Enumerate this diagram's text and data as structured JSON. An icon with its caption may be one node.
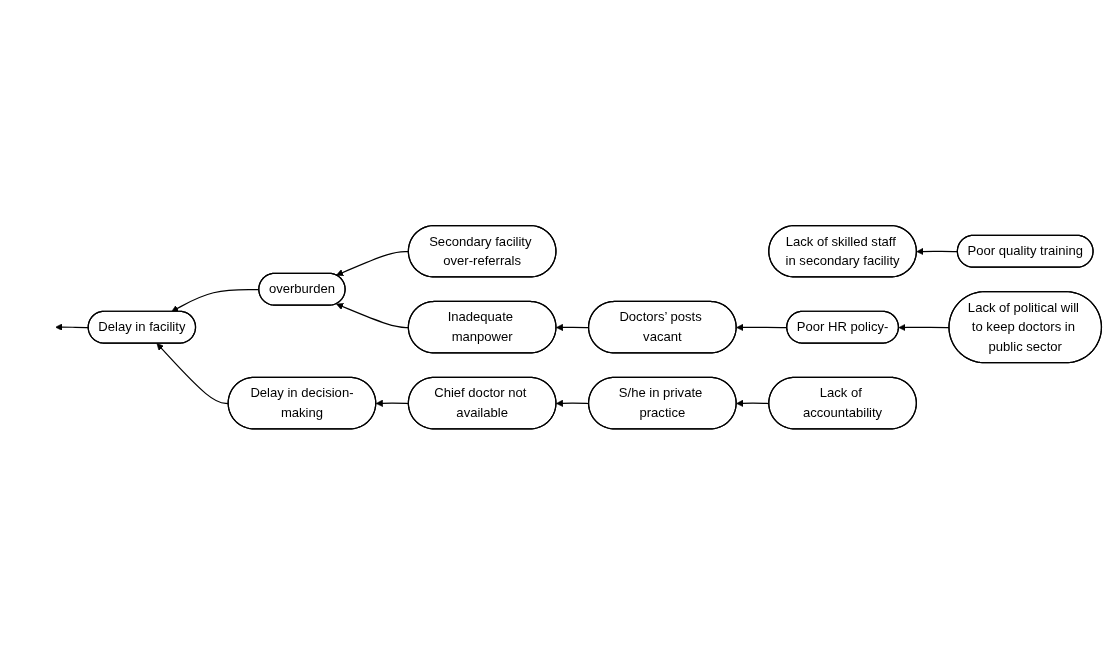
{
  "diagram": {
    "nodes": [
      {
        "text": [
          "Poor quality training"
        ]
      },
      {
        "text": [
          "Lack of skilled staff in secondary facility"
        ]
      },
      {
        "text": [
          "Secondary facility over-referrals"
        ]
      },
      {
        "text": [
          "Inadequate manpower"
        ]
      },
      {
        "text": [
          "Doctors’ posts vacant"
        ]
      },
      {
        "text": [
          "Poor HR policy-"
        ]
      },
      {
        "text": [
          "Lack of political will to keep doctors in public sector"
        ]
      },
      {
        "text": [
          "overburden"
        ]
      },
      {
        "text": [
          "Delay in decision-making"
        ]
      },
      {
        "text": [
          "Chief doctor not available"
        ]
      },
      {
        "text": [
          "S/he in private practice"
        ]
      },
      {
        "text": [
          "Lack of accountability"
        ]
      },
      {
        "text": [
          "Delay in facility"
        ]
      }
    ],
    "edges": [
      {
        "from": 0,
        "to": 1,
        "arrow": "to"
      },
      {
        "from": 2,
        "to": 7,
        "arrow": "to"
      },
      {
        "from": 3,
        "to": 7,
        "arrow": "to"
      },
      {
        "from": 4,
        "to": 3,
        "arrow": "to"
      },
      {
        "from": 5,
        "to": 4,
        "arrow": "to"
      },
      {
        "from": 6,
        "to": 5,
        "arrow": "to"
      },
      {
        "from": 7,
        "to": 12,
        "arrow": "to"
      },
      {
        "from": 8,
        "to": 12,
        "arrow": "to"
      },
      {
        "from": 9,
        "to": 8,
        "arrow": "to"
      },
      {
        "from": 10,
        "to": 9,
        "arrow": "to"
      },
      {
        "from": 11,
        "to": 10,
        "arrow": "to"
      },
      {
        "from": 12,
        "to": null,
        "arrow": "to"
      }
    ]
  }
}
